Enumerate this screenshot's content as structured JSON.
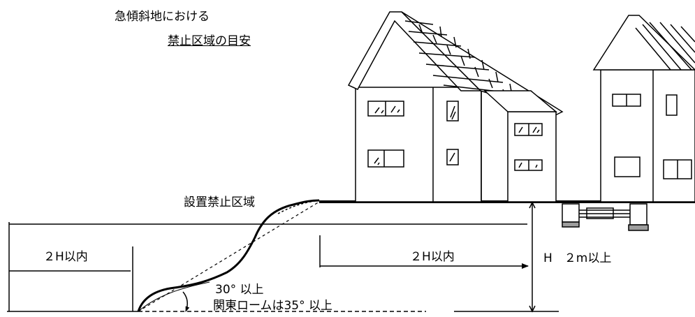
{
  "title": {
    "line1": "急傾斜地における",
    "line2": "禁止区域の目安"
  },
  "labels": {
    "prohibited_zone": "設置禁止区域",
    "left_distance": "２H以内",
    "right_distance": "２H以内",
    "height": "H　２m以上",
    "angle_general": "30° 以上",
    "angle_kanto_loam": "関東ロームは35° 以上"
  },
  "colors": {
    "line": "#000000",
    "background": "#ffffff",
    "block_fill": "#9e9e9e"
  },
  "icons": [
    "house-left-icon",
    "house-right-icon",
    "drainage-facility-icon",
    "slope-icon"
  ]
}
